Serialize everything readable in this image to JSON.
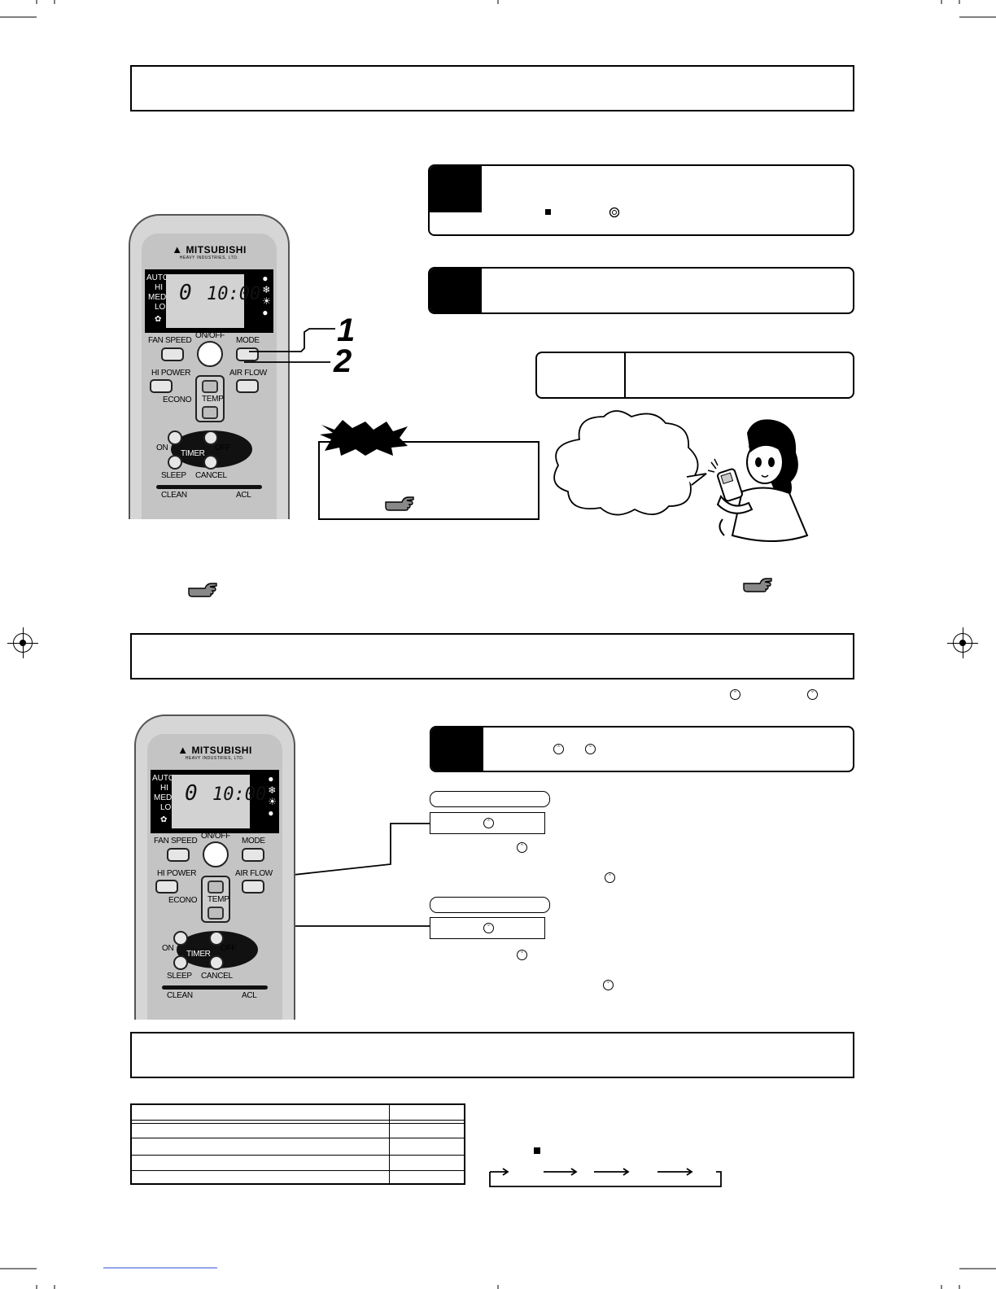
{
  "remote_top": {
    "logo": "MITSUBISHI",
    "logo_sub": "HEAVY INDUSTRIES, LTD.",
    "fan_levels": [
      "AUTO",
      "HI",
      "MED",
      "LO"
    ],
    "time": "10:00",
    "temp_digit": "0",
    "buttons": {
      "fan_speed": "FAN SPEED",
      "on_off": "ON/OFF",
      "mode": "MODE",
      "hi_power": "HI POWER",
      "econo": "ECONO",
      "air_flow": "AIR FLOW",
      "temp": "TEMP",
      "on": "ON",
      "timer": "TIMER",
      "off": "OFF",
      "sleep": "SLEEP",
      "cancel": "CANCEL",
      "clean": "CLEAN",
      "acl": "ACL"
    }
  },
  "callouts": {
    "one": "1",
    "two": "2"
  },
  "icons": {
    "pointer": "pointing-hand-icon",
    "up": "chevron-up-icon",
    "down": "chevron-down-icon",
    "square": "square-marker-icon",
    "swirl": "auto-mode-icon"
  }
}
